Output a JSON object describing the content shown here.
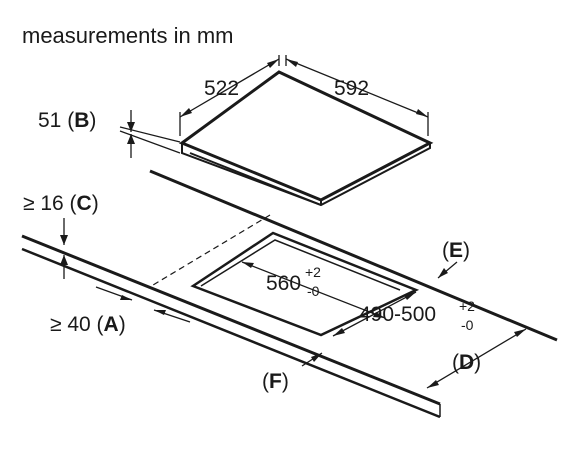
{
  "title": "measurements in mm",
  "hob": {
    "depth": "522",
    "width": "592",
    "height_value": "51",
    "height_ref": "B"
  },
  "cutout": {
    "width": "560",
    "width_tol_plus": "+2",
    "width_tol_minus": "-0",
    "depth": "490-500",
    "depth_tol_plus": "+2",
    "depth_tol_minus": "-0"
  },
  "worktop": {
    "thickness_min": "≥ 16",
    "thickness_ref": "C",
    "front_gap_min": "≥ 40",
    "front_gap_ref": "A",
    "ref_d": "D",
    "ref_e": "E",
    "ref_f": "F"
  }
}
